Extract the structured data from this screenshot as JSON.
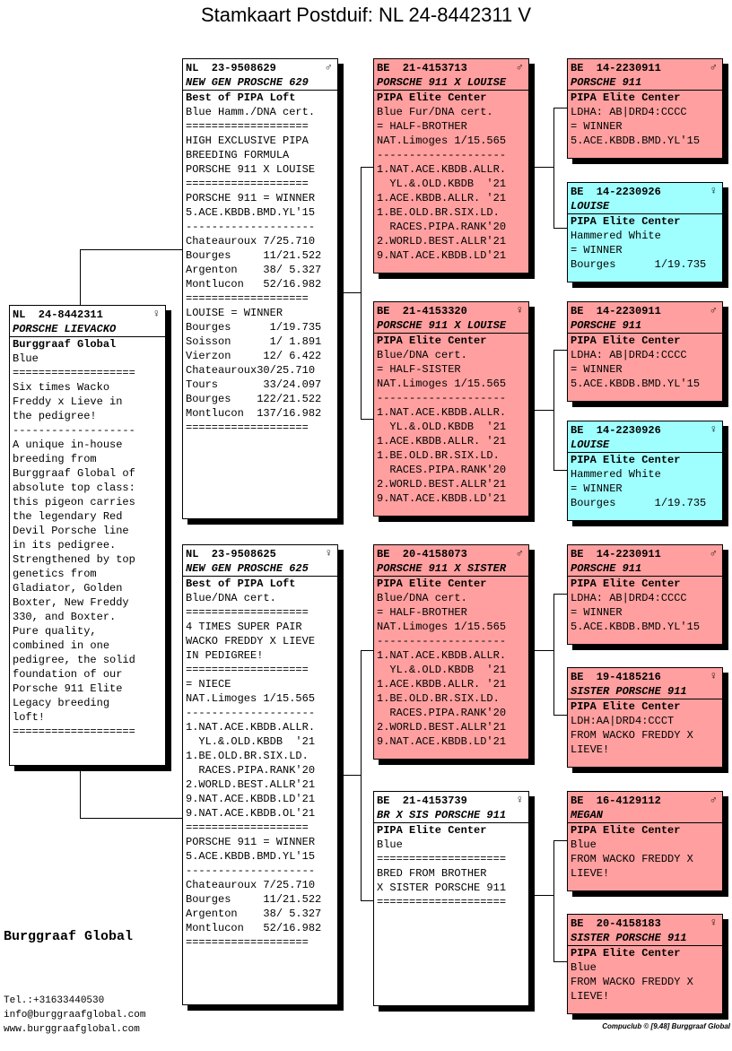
{
  "title": "Stamkaart Postduif: NL  24-8442311 V",
  "brand": "Burggraaf Global",
  "contact": [
    "Tel.:+31633440530",
    "info@burggraafglobal.com",
    "www.burggraafglobal.com"
  ],
  "footer": "Compuclub © [9.48]  Burggraaf Global",
  "cards": [
    {
      "id": "subject",
      "bg": "white",
      "ring": "NL  24-8442311",
      "sex": "♀",
      "name": "PORSCHE LIEVACKO",
      "lines": [
        "Burggraaf Global",
        "Blue",
        "===================",
        "Six times Wacko",
        "Freddy x Lieve in",
        "the pedigree!",
        "-------------------",
        "A unique in-house",
        "breeding from",
        "Burggraaf Global of",
        "absolute top class:",
        "this pigeon carries",
        "the legendary Red",
        "Devil Porsche line",
        "in its pedigree.",
        "Strengthened by top",
        "genetics from",
        "Gladiator, Golden",
        "Boxter, New Freddy",
        "330, and Boxter.",
        "Pure quality,",
        "combined in one",
        "pedigree, the solid",
        "foundation of our",
        "Porsche 911 Elite",
        "Legacy breeding",
        "loft!",
        "==================="
      ]
    },
    {
      "id": "sire",
      "bg": "white",
      "ring": "NL  23-9508629",
      "sex": "♂",
      "name": "NEW GEN PROSCHE 629",
      "lines": [
        "Best of PIPA Loft",
        "Blue Hamm./DNA cert.",
        "===================",
        "HIGH EXCLUSIVE PIPA",
        "BREEDING FORMULA",
        "PORSCHE 911 X LOUISE",
        "===================",
        "PORSCHE 911 = WINNER",
        "5.ACE.KBDB.BMD.YL'15",
        "--------------------",
        "Chateauroux 7/25.710",
        "Bourges     11/21.522",
        "Argenton    38/ 5.327",
        "Montlucon   52/16.982",
        "===================",
        "LOUISE = WINNER",
        "Bourges      1/19.735",
        "Soisson      1/ 1.891",
        "Vierzon     12/ 6.422",
        "Chateauroux30/25.710",
        "Tours       33/24.097",
        "Bourges    122/21.522",
        "Montlucon  137/16.982",
        "==================="
      ]
    },
    {
      "id": "dam",
      "bg": "white",
      "ring": "NL  23-9508625",
      "sex": "♀",
      "name": "NEW GEN PROSCHE 625",
      "lines": [
        "Best of PIPA Loft",
        "Blue/DNA cert.",
        "===================",
        "4 TIMES SUPER PAIR",
        "WACKO FREDDY X LIEVE",
        "IN PEDIGREE!",
        "===================",
        "= NIECE",
        "NAT.Limoges 1/15.565",
        "--------------------",
        "1.NAT.ACE.KBDB.ALLR.",
        "  YL.&.OLD.KBDB  '21",
        "1.BE.OLD.BR.SIX.LD.",
        "  RACES.PIPA.RANK'20",
        "2.WORLD.BEST.ALLR'21",
        "9.NAT.ACE.KBDB.LD'21",
        "9.NAT.ACE.KBDB.OL'21",
        "===================",
        "PORSCHE 911 = WINNER",
        "5.ACE.KBDB.BMD.YL'15",
        "--------------------",
        "Chateauroux 7/25.710",
        "Bourges     11/21.522",
        "Argenton    38/ 5.327",
        "Montlucon   52/16.982",
        "==================="
      ]
    },
    {
      "id": "ss",
      "bg": "red",
      "ring": "BE  21-4153713",
      "sex": "♂",
      "name": "PORSCHE 911 X LOUISE",
      "lines": [
        "PIPA Elite Center",
        "Blue Fur/DNA cert.",
        "= HALF-BROTHER",
        "NAT.Limoges 1/15.565",
        "--------------------",
        "1.NAT.ACE.KBDB.ALLR.",
        "  YL.&.OLD.KBDB  '21",
        "1.ACE.KBDB.ALLR. '21",
        "1.BE.OLD.BR.SIX.LD.",
        "  RACES.PIPA.RANK'20",
        "2.WORLD.BEST.ALLR'21",
        "9.NAT.ACE.KBDB.LD'21"
      ]
    },
    {
      "id": "sd",
      "bg": "red",
      "ring": "BE  21-4153320",
      "sex": "♀",
      "name": "PORSCHE 911 X LOUISE",
      "lines": [
        "PIPA Elite Center",
        "Blue/DNA cert.",
        "= HALF-SISTER",
        "NAT.Limoges 1/15.565",
        "--------------------",
        "1.NAT.ACE.KBDB.ALLR.",
        "  YL.&.OLD.KBDB  '21",
        "1.ACE.KBDB.ALLR. '21",
        "1.BE.OLD.BR.SIX.LD.",
        "  RACES.PIPA.RANK'20",
        "2.WORLD.BEST.ALLR'21",
        "9.NAT.ACE.KBDB.LD'21"
      ]
    },
    {
      "id": "ds",
      "bg": "red",
      "ring": "BE  20-4158073",
      "sex": "♂",
      "name": "PORSCHE 911 X SISTER",
      "lines": [
        "PIPA Elite Center",
        "Blue/DNA cert.",
        "= HALF-BROTHER",
        "NAT.Limoges 1/15.565",
        "--------------------",
        "1.NAT.ACE.KBDB.ALLR.",
        "  YL.&.OLD.KBDB  '21",
        "1.ACE.KBDB.ALLR. '21",
        "1.BE.OLD.BR.SIX.LD.",
        "  RACES.PIPA.RANK'20",
        "2.WORLD.BEST.ALLR'21",
        "9.NAT.ACE.KBDB.LD'21"
      ]
    },
    {
      "id": "dd",
      "bg": "white",
      "ring": "BE  21-4153739",
      "sex": "♀",
      "name": "BR X SIS PORSCHE 911",
      "lines": [
        "PIPA Elite Center",
        "Blue",
        "====================",
        "BRED FROM BROTHER",
        "X SISTER PORSCHE 911",
        "===================="
      ]
    },
    {
      "id": "sss",
      "bg": "red",
      "ring": "BE  14-2230911",
      "sex": "♂",
      "name": "PORSCHE 911",
      "lines": [
        "PIPA Elite Center",
        "LDHA: AB|DRD4:CCCC",
        "= WINNER",
        "5.ACE.KBDB.BMD.YL'15"
      ]
    },
    {
      "id": "ssd",
      "bg": "cyan",
      "ring": "BE  14-2230926",
      "sex": "♀",
      "name": "LOUISE",
      "lines": [
        "PIPA Elite Center",
        "Hammered White",
        "= WINNER",
        "Bourges      1/19.735"
      ]
    },
    {
      "id": "sds",
      "bg": "red",
      "ring": "BE  14-2230911",
      "sex": "♂",
      "name": "PORSCHE 911",
      "lines": [
        "PIPA Elite Center",
        "LDHA: AB|DRD4:CCCC",
        "= WINNER",
        "5.ACE.KBDB.BMD.YL'15"
      ]
    },
    {
      "id": "sdd",
      "bg": "cyan",
      "ring": "BE  14-2230926",
      "sex": "♀",
      "name": "LOUISE",
      "lines": [
        "PIPA Elite Center",
        "Hammered White",
        "= WINNER",
        "Bourges      1/19.735"
      ]
    },
    {
      "id": "dss",
      "bg": "red",
      "ring": "BE  14-2230911",
      "sex": "♂",
      "name": "PORSCHE 911",
      "lines": [
        "PIPA Elite Center",
        "LDHA: AB|DRD4:CCCC",
        "= WINNER",
        "5.ACE.KBDB.BMD.YL'15"
      ]
    },
    {
      "id": "dsd",
      "bg": "red",
      "ring": "BE  19-4185216",
      "sex": "♀",
      "name": "SISTER PORSCHE 911",
      "lines": [
        "PIPA Elite Center",
        "LDH:AA|DRD4:CCCT",
        "FROM WACKO FREDDY X",
        "LIEVE!"
      ]
    },
    {
      "id": "dds",
      "bg": "red",
      "ring": "BE  16-4129112",
      "sex": "♂",
      "name": "MEGAN",
      "lines": [
        "PIPA Elite Center",
        "Blue",
        "FROM WACKO FREDDY X",
        "LIEVE!"
      ]
    },
    {
      "id": "ddd",
      "bg": "red",
      "ring": "BE  20-4158183",
      "sex": "♀",
      "name": "SISTER PORSCHE 911",
      "lines": [
        "PIPA Elite Center",
        "Blue",
        "FROM WACKO FREDDY X",
        "LIEVE!"
      ]
    }
  ]
}
